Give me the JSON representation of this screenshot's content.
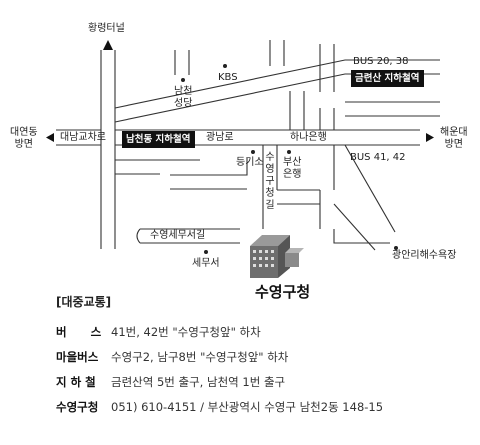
{
  "map": {
    "places": {
      "hwangnyeong_tunnel": "황령터널",
      "kbs": "KBS",
      "namcheon_seongdang": [
        "남천",
        "성당"
      ],
      "gwangnamro": "광남로",
      "hana_bank": "하나은행",
      "gigisso": "등기소",
      "busan_bank": [
        "부산",
        "은행"
      ],
      "suyeong_semuseo_gil": "수영세무서길",
      "semuseo": "세무서",
      "gwangalli_sueyongjang": "광안리해수욕장"
    },
    "directions": {
      "daeyeon": [
        "대연동",
        "방면"
      ],
      "daenam_intersection": "대남교차로",
      "haeundae": [
        "해운대",
        "방면"
      ]
    },
    "stations": {
      "geumnyeonsan": "금련산 지하철역",
      "namcheon": "남천동 지하철역"
    },
    "buses": {
      "top": "BUS  20,  38",
      "mid": "BUS  41,  42"
    },
    "vertical_road": [
      "수",
      "영",
      "구",
      "청",
      "길"
    ],
    "destination": "수영구청"
  },
  "transport": {
    "heading": "[대중교통]",
    "rows": [
      {
        "label": "버      스",
        "text": "41번, 42번 \"수영구청앞\" 하차"
      },
      {
        "label": "마을버스",
        "text": "수영구2, 남구8번 \"수영구청앞\" 하차"
      },
      {
        "label": "지 하 철",
        "text": "금련산역 5번 출구, 남천역 1번 출구"
      },
      {
        "label": "수영구청",
        "text": "051) 610-4151 / 부산광역시 수영구 남천2동 148-15"
      }
    ]
  }
}
